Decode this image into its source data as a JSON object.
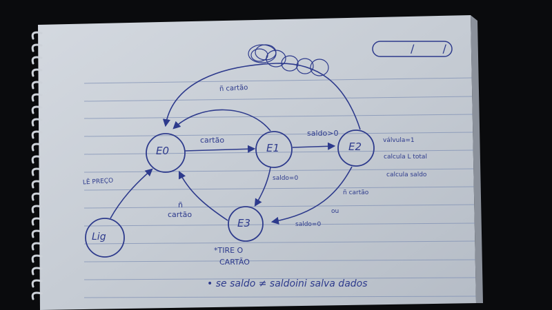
{
  "page": {
    "header_box_marks": "/ /"
  },
  "diagram": {
    "states": {
      "e0": "E0",
      "e1": "E1",
      "e2": "E2",
      "e3": "E3",
      "lig": "Lig"
    },
    "transitions": {
      "lig_to_e0": "LÊ PREÇO",
      "e0_to_e1": "cartão",
      "e1_to_e2": "saldo>0",
      "e1_to_e3": "saldo=0",
      "e3_to_e0_line1": "ñ",
      "e3_to_e0_line2": "cartão",
      "e1_to_e0_top": "ñ cartão",
      "e2_to_e3_ou": "ou",
      "e2_to_e3": "saldo=0"
    },
    "e2_actions": [
      "válvula=1",
      "calcula L total",
      "calcula saldo",
      "ñ cartão"
    ],
    "e3_output": {
      "line1": "*TIRE O",
      "line2": "CARTÃO"
    },
    "footnote": "• se saldo ≠ saldoini salva dados"
  },
  "colors": {
    "ink": "#2d3a8c",
    "paper": "#c9cfd7",
    "background": "#0a0b0d",
    "ruled_line": "#7e8fb4"
  }
}
